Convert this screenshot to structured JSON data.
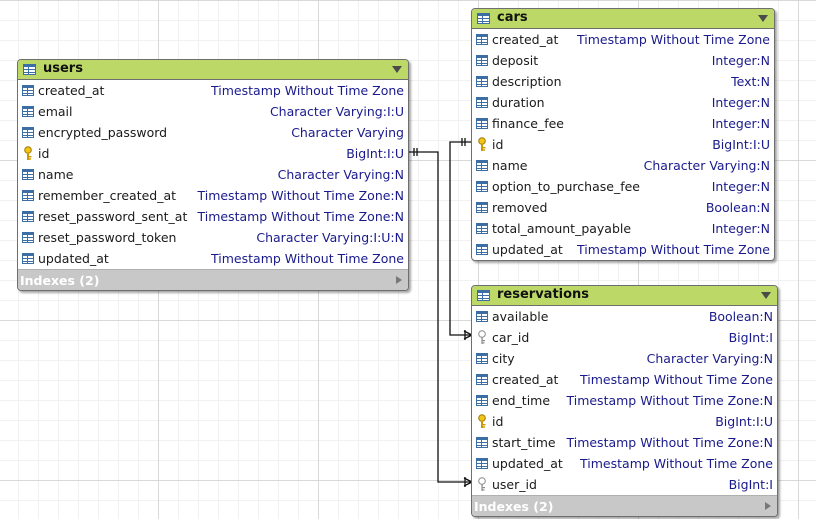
{
  "tables": {
    "users": {
      "name": "users",
      "indexes_label": "Indexes (2)",
      "columns": [
        {
          "name": "created_at",
          "type": "Timestamp Without Time Zone",
          "key": ""
        },
        {
          "name": "email",
          "type": "Character Varying:I:U",
          "key": ""
        },
        {
          "name": "encrypted_password",
          "type": "Character Varying",
          "key": ""
        },
        {
          "name": "id",
          "type": "BigInt:I:U",
          "key": "primary"
        },
        {
          "name": "name",
          "type": "Character Varying:N",
          "key": ""
        },
        {
          "name": "remember_created_at",
          "type": "Timestamp Without Time Zone:N",
          "key": ""
        },
        {
          "name": "reset_password_sent_at",
          "type": "Timestamp Without Time Zone:N",
          "key": ""
        },
        {
          "name": "reset_password_token",
          "type": "Character Varying:I:U:N",
          "key": ""
        },
        {
          "name": "updated_at",
          "type": "Timestamp Without Time Zone",
          "key": ""
        }
      ]
    },
    "cars": {
      "name": "cars",
      "columns": [
        {
          "name": "created_at",
          "type": "Timestamp Without Time Zone",
          "key": ""
        },
        {
          "name": "deposit",
          "type": "Integer:N",
          "key": ""
        },
        {
          "name": "description",
          "type": "Text:N",
          "key": ""
        },
        {
          "name": "duration",
          "type": "Integer:N",
          "key": ""
        },
        {
          "name": "finance_fee",
          "type": "Integer:N",
          "key": ""
        },
        {
          "name": "id",
          "type": "BigInt:I:U",
          "key": "primary"
        },
        {
          "name": "name",
          "type": "Character Varying:N",
          "key": ""
        },
        {
          "name": "option_to_purchase_fee",
          "type": "Integer:N",
          "key": ""
        },
        {
          "name": "removed",
          "type": "Boolean:N",
          "key": ""
        },
        {
          "name": "total_amount_payable",
          "type": "Integer:N",
          "key": ""
        },
        {
          "name": "updated_at",
          "type": "Timestamp Without Time Zone",
          "key": ""
        }
      ]
    },
    "reservations": {
      "name": "reservations",
      "indexes_label": "Indexes (2)",
      "columns": [
        {
          "name": "available",
          "type": "Boolean:N",
          "key": ""
        },
        {
          "name": "car_id",
          "type": "BigInt:I",
          "key": "foreign"
        },
        {
          "name": "city",
          "type": "Character Varying:N",
          "key": ""
        },
        {
          "name": "created_at",
          "type": "Timestamp Without Time Zone",
          "key": ""
        },
        {
          "name": "end_time",
          "type": "Timestamp Without Time Zone:N",
          "key": ""
        },
        {
          "name": "id",
          "type": "BigInt:I:U",
          "key": "primary"
        },
        {
          "name": "start_time",
          "type": "Timestamp Without Time Zone:N",
          "key": ""
        },
        {
          "name": "updated_at",
          "type": "Timestamp Without Time Zone",
          "key": ""
        },
        {
          "name": "user_id",
          "type": "BigInt:I",
          "key": "foreign"
        }
      ]
    }
  },
  "relationships": [
    {
      "from": "users.id",
      "to": "reservations.user_id",
      "cardinality": "one-to-many"
    },
    {
      "from": "cars.id",
      "to": "reservations.car_id",
      "cardinality": "one-to-many"
    }
  ],
  "colors": {
    "header": "#bcd967",
    "column_type": "#1a1a8c",
    "primary_key": "#d9a600",
    "foreign_key": "#9a9a9a",
    "indexes_bar": "#c8c8c8"
  }
}
